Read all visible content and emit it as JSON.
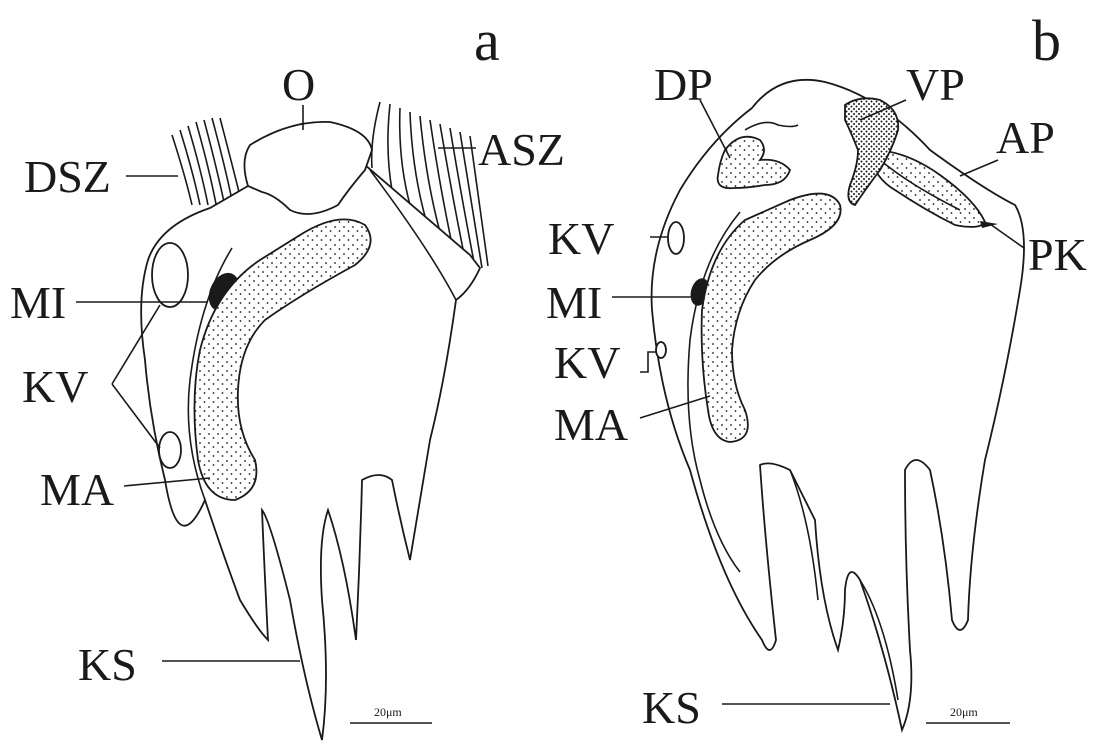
{
  "panels": {
    "a": {
      "letter": "a",
      "labels": {
        "o": "O",
        "dsz": "DSZ",
        "asz": "ASZ",
        "mi": "MI",
        "kv": "KV",
        "ma": "MA",
        "ks": "KS"
      },
      "scale_bar": "20μm"
    },
    "b": {
      "letter": "b",
      "labels": {
        "dp": "DP",
        "vp": "VP",
        "ap": "AP",
        "pk": "PK",
        "kv1": "KV",
        "mi": "MI",
        "kv2": "KV",
        "ma": "MA",
        "ks": "KS"
      },
      "scale_bar": "20μm"
    }
  },
  "colors": {
    "ink": "#1a1a1a",
    "background": "#ffffff"
  }
}
